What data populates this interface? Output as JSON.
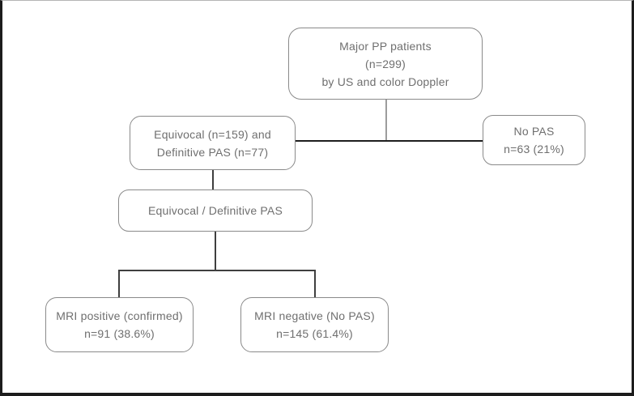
{
  "figure": {
    "description": "Flowchart of major PP patients screened by US and color Doppler, triaged to PAS status and confirmed by MRI"
  },
  "colors": {
    "background": "#ffffff",
    "box_border": "#8a8a8a",
    "text": "#6f6f6f",
    "connector_dark": "#3f3f3f",
    "connector_black": "#1e1e1e",
    "connector_light": "#9c9c9c",
    "frame": "#1c1c1c"
  },
  "nodes": {
    "root": {
      "lines": [
        "Major PP patients",
        "(n=299)",
        "by US and color Doppler"
      ]
    },
    "equivocal_and_definitive": {
      "lines": [
        "Equivocal (n=159) and",
        "Definitive PAS (n=77)"
      ]
    },
    "no_pas": {
      "lines": [
        "No PAS",
        "n=63 (21%)"
      ]
    },
    "equivocal_definitive_pas": {
      "lines": [
        "Equivocal / Definitive PAS"
      ]
    },
    "mri_positive": {
      "lines": [
        "MRI positive (confirmed)",
        "n=91 (38.6%)"
      ]
    },
    "mri_negative": {
      "lines": [
        "MRI negative (No PAS)",
        "n=145 (61.4%)"
      ]
    }
  },
  "edges": [
    {
      "from": "root",
      "to": "equivocal_and_definitive"
    },
    {
      "from": "root",
      "to": "no_pas"
    },
    {
      "from": "equivocal_and_definitive",
      "to": "equivocal_definitive_pas"
    },
    {
      "from": "equivocal_definitive_pas",
      "to": "mri_positive"
    },
    {
      "from": "equivocal_definitive_pas",
      "to": "mri_negative"
    }
  ]
}
